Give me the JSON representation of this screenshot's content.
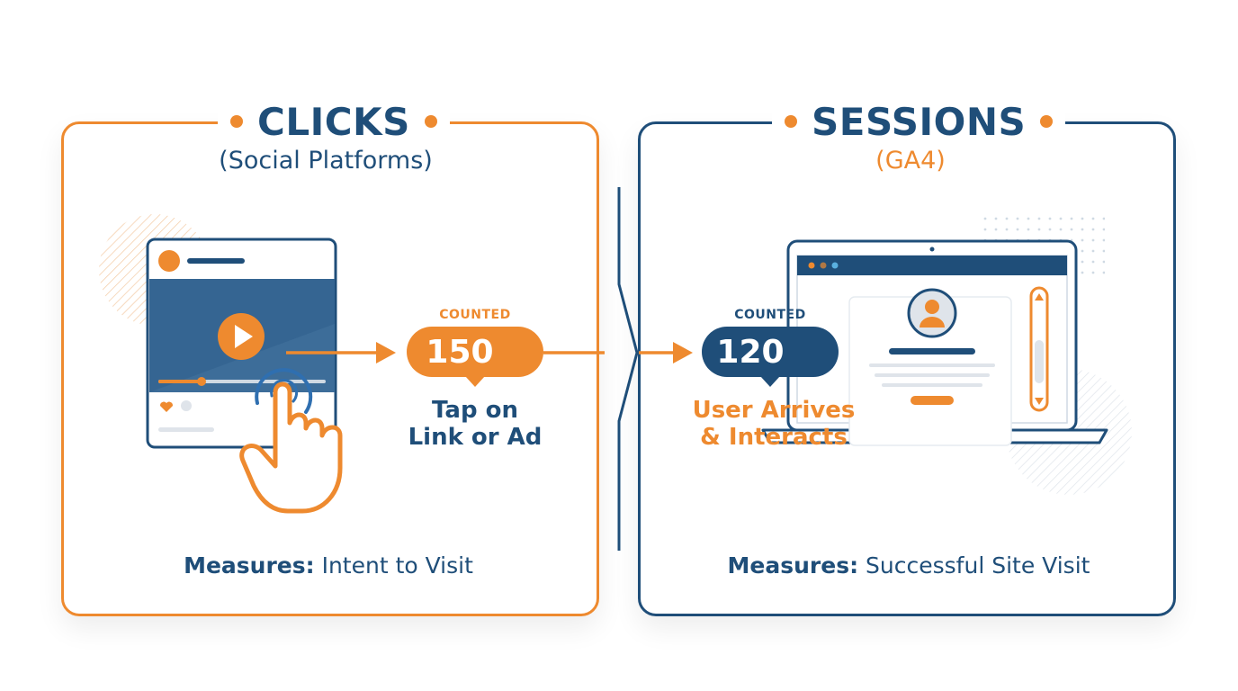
{
  "clicks": {
    "title": "CLICKS",
    "subtitle": "(Social Platforms)",
    "badge_caption": "COUNTED",
    "badge_value": "150",
    "badge_icon": "arrow-up-right-icon",
    "action": [
      "Tap on",
      "Link or Ad"
    ],
    "measures_label": "Measures:",
    "measures_text": "Intent to Visit"
  },
  "sessions": {
    "title": "SESSIONS",
    "subtitle": "(GA4)",
    "badge_caption": "COUNTED",
    "badge_value": "120",
    "badge_icon": "clock-icon",
    "action": [
      "User Arrives",
      "& Interacts"
    ],
    "measures_label": "Measures:",
    "measures_text": "Successful Site Visit"
  },
  "colors": {
    "orange": "#ee8a2f",
    "navy": "#1f4e79",
    "video_blue": "#3d6d99",
    "light_gray": "#dfe4ea"
  }
}
